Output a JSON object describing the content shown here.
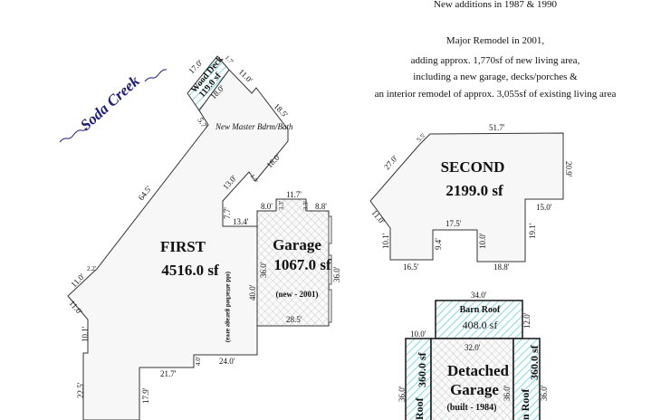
{
  "notes": [
    "New additions in 1987 & 1990",
    "Major Remodel in 2001,",
    "adding approx. 1,770sf of new living area,",
    "including a new garage, decks/porches &",
    "an interior remodel of approx. 3,055sf of existing living area"
  ],
  "creek": "Soda Creek",
  "first": {
    "title": "FIRST",
    "area": "4516.0 sf",
    "room": "New Master Bdrm/Bath",
    "old_garage": "(old attached garage area)",
    "dims": {
      "d645": "64.5'",
      "d57": "5.7'",
      "d110a": "11.0'",
      "d185": "18.5'",
      "d180": "18.0'",
      "d17": "1.7'",
      "d130": "13.0'",
      "d77": "7.7'",
      "d134": "13.4'",
      "d22": "2.2'",
      "d110b": "11.0'",
      "d110c": "11.0'",
      "d101": "10.1'",
      "d225": "22.5'",
      "d179": "17.9'",
      "d217": "21.7'",
      "d40": "4.0'",
      "d240": "24.0'",
      "d400": "40.0'"
    }
  },
  "deck": {
    "title": "Wood Deck",
    "area": "119.0 sf",
    "d170": "17.0'",
    "d180": "18.0'",
    "d17": "1.7'"
  },
  "garage": {
    "title": "Garage",
    "area": "1067.0 sf",
    "note": "(new - 2001)",
    "d80": "8.0'",
    "d33a": "3.3'",
    "d117": "11.7'",
    "d33b": "3.3'",
    "d88": "8.8'",
    "d360a": "36.0'",
    "d360b": "36.0'",
    "d285": "28.5'"
  },
  "second": {
    "title": "SECOND",
    "area": "2199.0 sf",
    "d517": "51.7'",
    "d209": "20.9'",
    "d150": "15.0'",
    "d191": "19.1'",
    "d188": "18.8'",
    "d100": "10.0'",
    "d175": "17.5'",
    "d94": "9.4'",
    "d165": "16.5'",
    "d101": "10.1'",
    "d110": "11.0'",
    "d270": "27.0'",
    "d55": "5.5'"
  },
  "barn": {
    "title": "Barn Roof",
    "area": "408.0 sf",
    "d340": "34.0'",
    "d120": "12.0'"
  },
  "detached": {
    "title1": "Detached",
    "title2": "Garage",
    "note": "(built - 1984)",
    "d320": "32.0'",
    "d360": "36.0'"
  },
  "left_roof": {
    "area": "360.0 sf",
    "label": "Roof",
    "d100": "10.0'",
    "d360": "36.0'"
  },
  "right_roof": {
    "area": "360.0 sf",
    "label": "n Roof",
    "d360": "36.0'"
  },
  "colors": {
    "hatch": "#5fd0dc",
    "creek": "#1c1c7a",
    "floor": "#f7f7f7"
  }
}
